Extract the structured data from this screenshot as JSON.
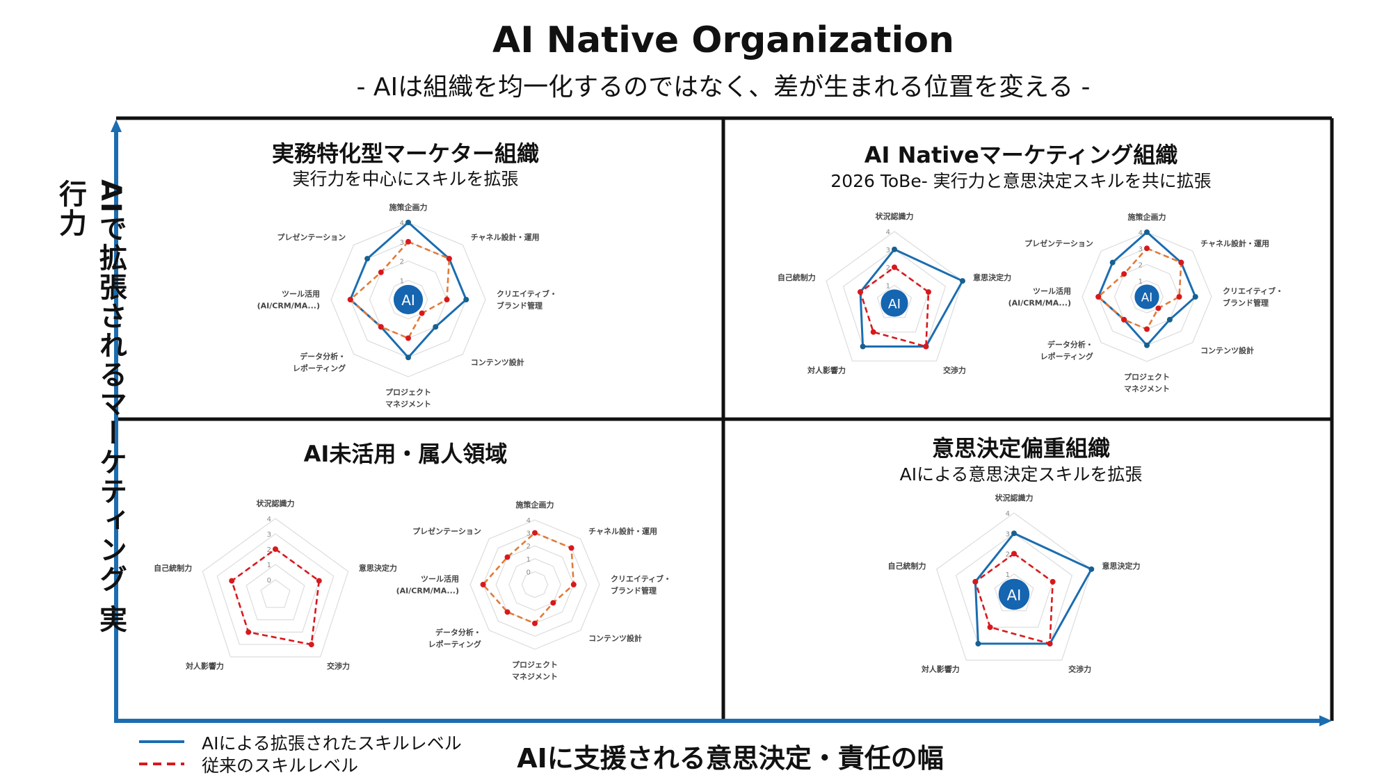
{
  "header": {
    "title": "AI Native Organization",
    "subtitle": "- AIは組織を均一化するのではなく、差が生まれる位置を変える -"
  },
  "axes": {
    "y_label": "AIで拡張されるマーケティング 実行力",
    "x_label": "AIに支援される意思決定・責任の幅"
  },
  "legend": {
    "ai_label": "AIによる拡張されたスキルレベル",
    "traditional_label": "従来のスキルレベル"
  },
  "colors": {
    "ai": "#1b6db0",
    "traditional": "#d7191c",
    "traditional_alt": "#e07b39",
    "axis": "#1b6db0",
    "frame": "#111111"
  },
  "quadrants": {
    "top_left": {
      "title": "実務特化型マーケター組織",
      "subtitle": "実行力を中心にスキルを拡張"
    },
    "top_right": {
      "title": "AI Nativeマーケティング組織",
      "subtitle": "2026 ToBe- 実行力と意思決定スキルを共に拡張"
    },
    "bottom_left": {
      "title": "AI未活用・属人領域"
    },
    "bottom_right": {
      "title": "意思決定偏重組織",
      "subtitle": "AIによる意思決定スキルを拡張"
    }
  },
  "chart_data": [
    {
      "type": "radar",
      "id": "tl-execution",
      "center_badge": "AI",
      "rmin": 0,
      "rmax": 4,
      "ticks": [
        1,
        2,
        3,
        4
      ],
      "axes": [
        [
          "施策企画力"
        ],
        [
          "チャネル設計・運用"
        ],
        [
          "クリエイティブ・",
          "ブランド管理"
        ],
        [
          "コンテンツ設計"
        ],
        [
          "プロジェクト",
          "マネジメント"
        ],
        [
          "データ分析・",
          "レポーティング"
        ],
        [
          "ツール活用",
          "(AI/CRM/MA...)"
        ],
        [
          "プレゼンテーション"
        ]
      ],
      "series": [
        {
          "name": "AIによる拡張されたスキルレベル",
          "values": [
            4,
            3,
            3,
            2,
            3,
            2,
            3,
            3
          ]
        },
        {
          "name": "従来のスキルレベル",
          "values": [
            3,
            3,
            2,
            1,
            2,
            2,
            3,
            2
          ]
        }
      ]
    },
    {
      "type": "radar",
      "id": "tr-decision",
      "center_badge": "AI",
      "rmin": 0,
      "rmax": 4,
      "ticks": [
        1,
        2,
        3,
        4
      ],
      "axes": [
        [
          "状況認識力"
        ],
        [
          "意思決定力"
        ],
        [
          "交渉力"
        ],
        [
          "対人影響力"
        ],
        [
          "自己統制力"
        ]
      ],
      "series": [
        {
          "name": "AIによる拡張されたスキルレベル",
          "values": [
            3,
            4,
            3,
            3,
            2
          ]
        },
        {
          "name": "従来のスキルレベル",
          "values": [
            2,
            2,
            3,
            2,
            2
          ]
        }
      ]
    },
    {
      "type": "radar",
      "id": "tr-execution",
      "center_badge": "AI",
      "rmin": 0,
      "rmax": 4,
      "ticks": [
        1,
        2,
        3,
        4
      ],
      "axes": [
        [
          "施策企画力"
        ],
        [
          "チャネル設計・運用"
        ],
        [
          "クリエイティブ・",
          "ブランド管理"
        ],
        [
          "コンテンツ設計"
        ],
        [
          "プロジェクト",
          "マネジメント"
        ],
        [
          "データ分析・",
          "レポーティング"
        ],
        [
          "ツール活用",
          "(AI/CRM/MA...)"
        ],
        [
          "プレゼンテーション"
        ]
      ],
      "series": [
        {
          "name": "AIによる拡張されたスキルレベル",
          "values": [
            4,
            3,
            3,
            2,
            3,
            2,
            3,
            3
          ]
        },
        {
          "name": "従来のスキルレベル",
          "values": [
            3,
            3,
            2,
            1,
            2,
            2,
            3,
            2
          ]
        }
      ]
    },
    {
      "type": "radar",
      "id": "bl-decision",
      "rmin": -1,
      "rmax": 4,
      "ticks": [
        0,
        1,
        2,
        3,
        4
      ],
      "axes": [
        [
          "状況認識力"
        ],
        [
          "意思決定力"
        ],
        [
          "交渉力"
        ],
        [
          "対人影響力"
        ],
        [
          "自己統制力"
        ]
      ],
      "series": [
        {
          "name": "従来のスキルレベル",
          "values": [
            2,
            2,
            3,
            2,
            2
          ]
        }
      ]
    },
    {
      "type": "radar",
      "id": "bl-execution",
      "rmin": -1,
      "rmax": 4,
      "ticks": [
        0,
        1,
        2,
        3,
        4
      ],
      "axes": [
        [
          "施策企画力"
        ],
        [
          "チャネル設計・運用"
        ],
        [
          "クリエイティブ・",
          "ブランド管理"
        ],
        [
          "コンテンツ設計"
        ],
        [
          "プロジェクト",
          "マネジメント"
        ],
        [
          "データ分析・",
          "レポーティング"
        ],
        [
          "ツール活用",
          "(AI/CRM/MA...)"
        ],
        [
          "プレゼンテーション"
        ]
      ],
      "series": [
        {
          "name": "従来のスキルレベル",
          "values": [
            3,
            3,
            2,
            1,
            2,
            2,
            3,
            2
          ]
        }
      ]
    },
    {
      "type": "radar",
      "id": "br-decision",
      "center_badge": "AI",
      "rmin": 0,
      "rmax": 4,
      "ticks": [
        1,
        2,
        3,
        4
      ],
      "axes": [
        [
          "状況認識力"
        ],
        [
          "意思決定力"
        ],
        [
          "交渉力"
        ],
        [
          "対人影響力"
        ],
        [
          "自己統制力"
        ]
      ],
      "series": [
        {
          "name": "AIによる拡張されたスキルレベル",
          "values": [
            3,
            4,
            3,
            3,
            2
          ]
        },
        {
          "name": "従来のスキルレベル",
          "values": [
            2,
            2,
            3,
            2,
            2
          ]
        }
      ]
    }
  ]
}
